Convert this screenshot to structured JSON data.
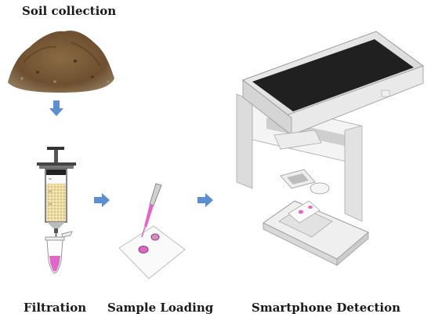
{
  "labels": {
    "soil_collection": "Soil collection",
    "filtration": "Filtration",
    "sample_loading": "Sample Loading",
    "smartphone_detection": "Smartphone Detection"
  },
  "colors": {
    "arrow": "#5b8fd0",
    "soil": "#7a5a36",
    "beads": "#e9d9a4",
    "sample_pink": "#e066c8",
    "device_gray": "#e6e6e6",
    "screen": "#1e1e1e"
  },
  "icons": [
    "soil-pile-icon",
    "syringe-icon",
    "microtube-icon",
    "pipette-icon",
    "paper-chip-icon",
    "smartphone-device-icon",
    "arrow-down-icon",
    "arrow-right-icon"
  ]
}
